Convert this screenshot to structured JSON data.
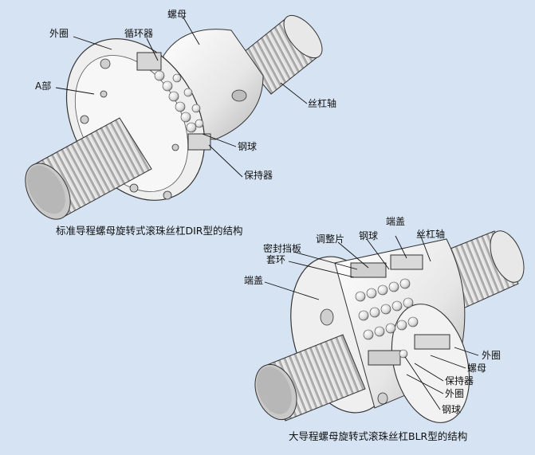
{
  "diagram_top": {
    "caption": "标准导程螺母旋转式滚珠丝杠DIR型的结构",
    "labels": {
      "outer_ring": "外圈",
      "recirculator": "循环器",
      "nut": "螺母",
      "a_part": "A部",
      "screw_shaft": "丝杠轴",
      "steel_ball": "钢球",
      "retainer": "保持器"
    }
  },
  "diagram_bottom": {
    "caption": "大导程螺母旋转式滚珠丝杠BLR型的结构",
    "labels": {
      "end_cap_top": "端盖",
      "screw_shaft": "丝杠轴",
      "seal_plate": "密封挡板",
      "adjust_shim": "调整片",
      "steel_ball_top": "钢球",
      "sleeve_ring": "套环",
      "end_cap_left": "端盖",
      "outer_ring_right": "外圈",
      "nut": "螺母",
      "retainer": "保持器",
      "outer_ring_bottom": "外圈",
      "steel_ball_bottom": "钢球"
    }
  },
  "colors": {
    "background": "#d6e3f2",
    "metal_light": "#f4f4f4",
    "metal_shade": "#c9c9c9"
  }
}
